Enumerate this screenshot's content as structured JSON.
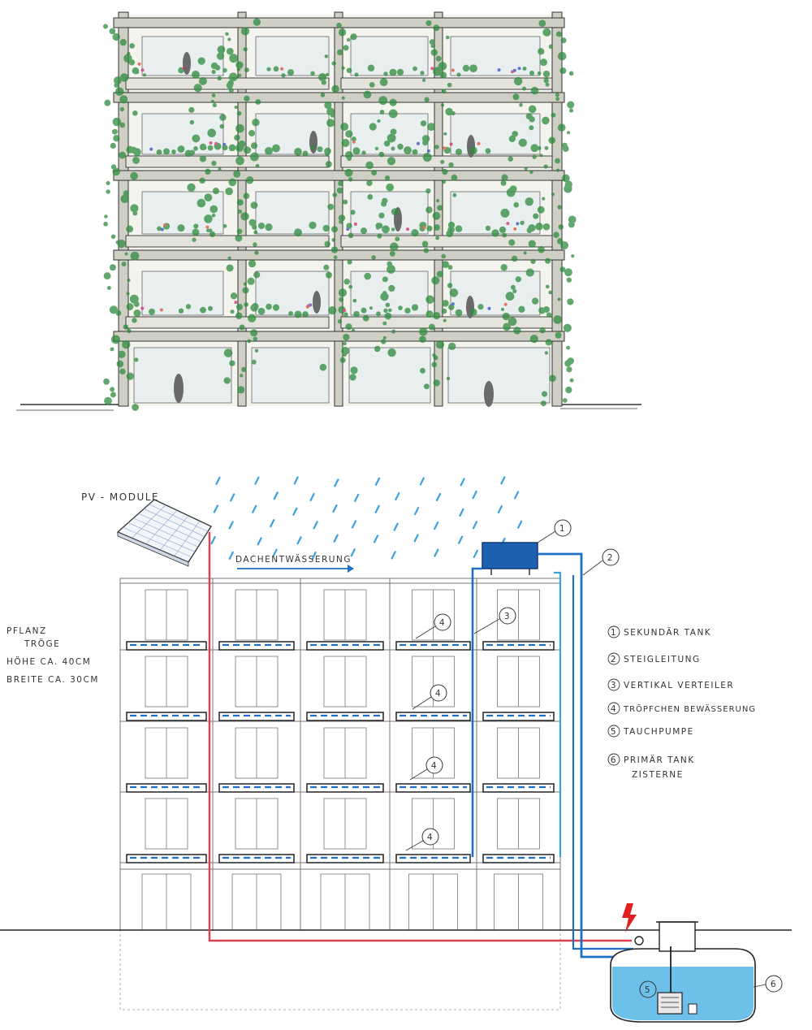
{
  "labels": {
    "pv_module": "PV - MODULE",
    "roof_drainage": "DACHENTWÄSSERUNG",
    "planters_line1": "PFLANZ",
    "planters_line2": "TRÖGE",
    "height": "HÖHE CA. 40CM",
    "width": "BREITE CA. 30CM"
  },
  "markers": {
    "m1": "1",
    "m2": "2",
    "m3": "3",
    "m4": "4",
    "m5": "5",
    "m6": "6"
  },
  "legend": [
    {
      "num": "1",
      "text": "SEKUNDÄR TANK"
    },
    {
      "num": "2",
      "text": "STEIGLEITUNG"
    },
    {
      "num": "3",
      "text": "VERTIKAL VERTEILER"
    },
    {
      "num": "4",
      "text": "TRÖPFCHEN BEWÄSSERUNG"
    },
    {
      "num": "5",
      "text": "TAUCHPUMPE"
    },
    {
      "num": "6",
      "text": "PRIMÄR TANK",
      "text2": "ZISTERNE"
    }
  ],
  "colors": {
    "ink": "#333333",
    "frame": "#cfcfc6",
    "greenery": "#2e8b3e",
    "water_blue": "#1f6fc4",
    "light_blue": "#3aa0e0",
    "tank_blue": "#1d5fb0",
    "power_red": "#e04050",
    "cistern_water": "#6cc0ea"
  }
}
